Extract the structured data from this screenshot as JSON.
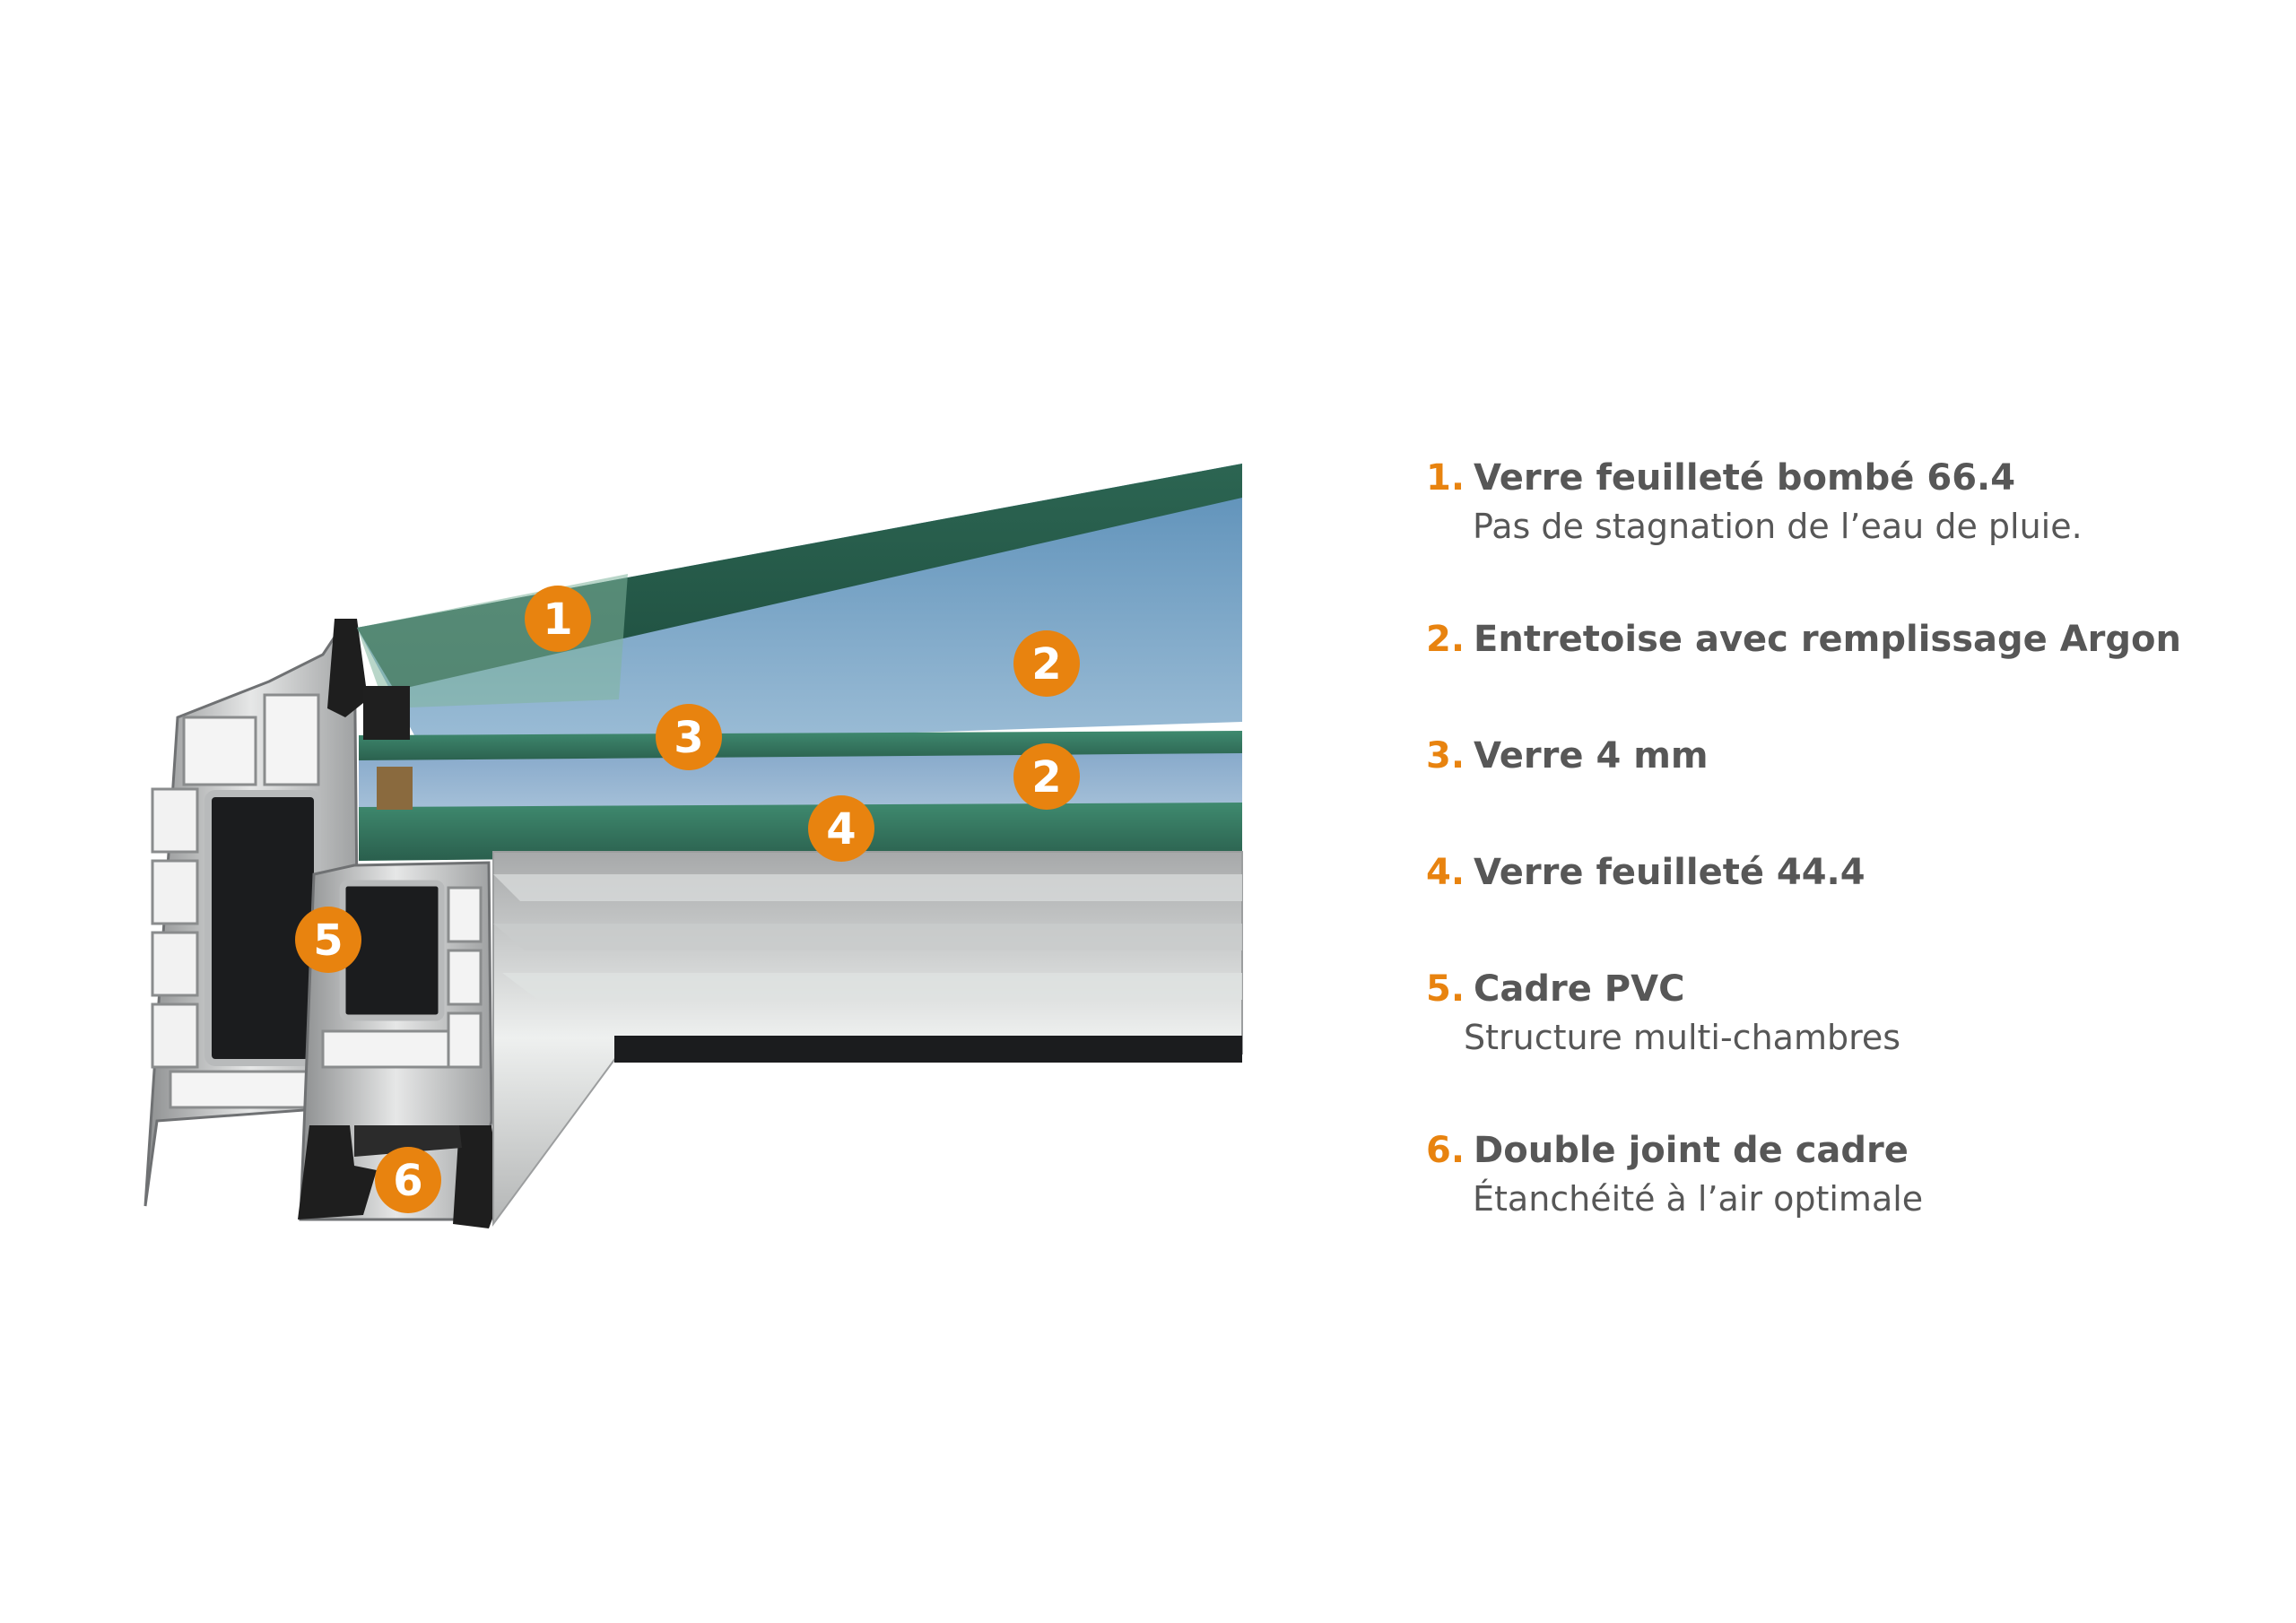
{
  "colors": {
    "accent": "#e8830f",
    "text": "#575757",
    "glass_green": "#2f6b57",
    "sky_blue": "#6f9ec3",
    "frame_grey": "#c9c9c9",
    "seal_black": "#1e1e1e"
  },
  "markers": [
    {
      "label": "1"
    },
    {
      "label": "2"
    },
    {
      "label": "3"
    },
    {
      "label": "2"
    },
    {
      "label": "4"
    },
    {
      "label": "5"
    },
    {
      "label": "6"
    }
  ],
  "legend": [
    {
      "number": "1.",
      "title": "Verre feuilleté bombé 66.4",
      "description": "Pas de stagnation de l’eau de pluie."
    },
    {
      "number": "2.",
      "title": "Entretoise avec remplissage Argon",
      "description": ""
    },
    {
      "number": "3.",
      "title": "Verre 4 mm",
      "description": ""
    },
    {
      "number": "4.",
      "title": "Verre feuilleté 44.4",
      "description": ""
    },
    {
      "number": "5.",
      "title": "Cadre PVC",
      "description": "Structure multi-chambres"
    },
    {
      "number": "6.",
      "title": "Double joint de cadre",
      "description": "Étanchéité à l’air optimale"
    }
  ]
}
